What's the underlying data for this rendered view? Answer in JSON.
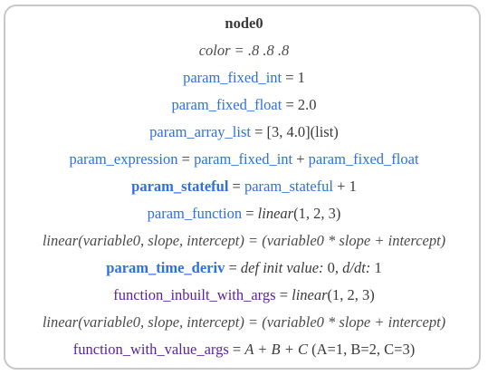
{
  "node": {
    "title": "node0",
    "color_line": {
      "text": "color = .8 .8 .8"
    },
    "param_fixed_int": {
      "name": "param_fixed_int",
      "rest": " = 1"
    },
    "param_fixed_float": {
      "name": "param_fixed_float",
      "rest": " = 2.0"
    },
    "param_array_list": {
      "name": "param_array_list",
      "rest": " = [3, 4.0](list)"
    },
    "param_expression": {
      "name": "param_expression",
      "eq": " = ",
      "ref1": "param_fixed_int",
      "plus": " + ",
      "ref2": "param_fixed_float"
    },
    "param_stateful": {
      "name": "param_stateful",
      "eq": " = ",
      "ref": "param_stateful",
      "rest": " + 1"
    },
    "param_function": {
      "name": "param_function",
      "eq": " = ",
      "func": "linear",
      "args": "(1, 2, 3)"
    },
    "linear_def_1": {
      "text": "linear(variable0, slope, intercept) = (variable0 * slope + intercept)"
    },
    "param_time_deriv": {
      "name": "param_time_deriv",
      "eq": " = ",
      "def": "def init value: ",
      "init": "0",
      "sep": ", ",
      "ddt": "d/dt: ",
      "rate": "1"
    },
    "function_inbuilt_with_args": {
      "name": "function_inbuilt_with_args",
      "eq": " = ",
      "func": "linear",
      "args": "(1, 2, 3)"
    },
    "linear_def_2": {
      "text": "linear(variable0, slope, intercept) = (variable0 * slope + intercept)"
    },
    "function_with_value_args": {
      "name": "function_with_value_args",
      "eq": " = ",
      "expr": "A + B + C",
      "args": " (A=1, B=2, C=3)"
    }
  }
}
